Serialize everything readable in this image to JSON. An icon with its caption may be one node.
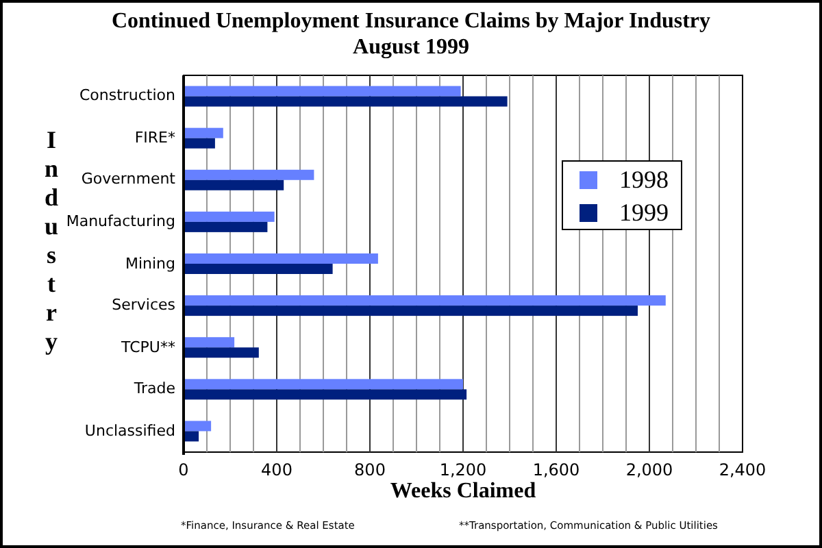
{
  "diagram": {
    "title": "Continued Unemployment Insurance Claims by Major Industry August 1999",
    "labels": [
      "*Finance, Insurance & Real Estate",
      "**Transportation, Communication & Public Utilities"
    ],
    "chart_data": {
      "type": "bar",
      "orientation": "horizontal",
      "xlabel": "Weeks Claimed",
      "ylabel": "Industry",
      "categories": [
        "Construction",
        "FIRE*",
        "Government",
        "Manufacturing",
        "Mining",
        "Services",
        "TCPU**",
        "Trade",
        "Unclassified"
      ],
      "series": [
        {
          "name": "1998",
          "color": "#6680ff",
          "values": [
            1190,
            170,
            560,
            390,
            835,
            2070,
            218,
            1200,
            118
          ]
        },
        {
          "name": "1999",
          "color": "#00207f",
          "values": [
            1390,
            135,
            430,
            360,
            640,
            1950,
            323,
            1215,
            65
          ]
        }
      ],
      "xlim": [
        0,
        2400
      ],
      "grid": true,
      "legend": "right",
      "xticks": [
        {
          "value": 0,
          "label": "0"
        },
        {
          "value": 400,
          "label": "400"
        },
        {
          "value": 800,
          "label": "800"
        },
        {
          "value": 1200,
          "label": "1,200"
        },
        {
          "value": 1600,
          "label": "1,600"
        },
        {
          "value": 2000,
          "label": "2,000"
        },
        {
          "value": 2400,
          "label": "2,400"
        }
      ]
    }
  }
}
